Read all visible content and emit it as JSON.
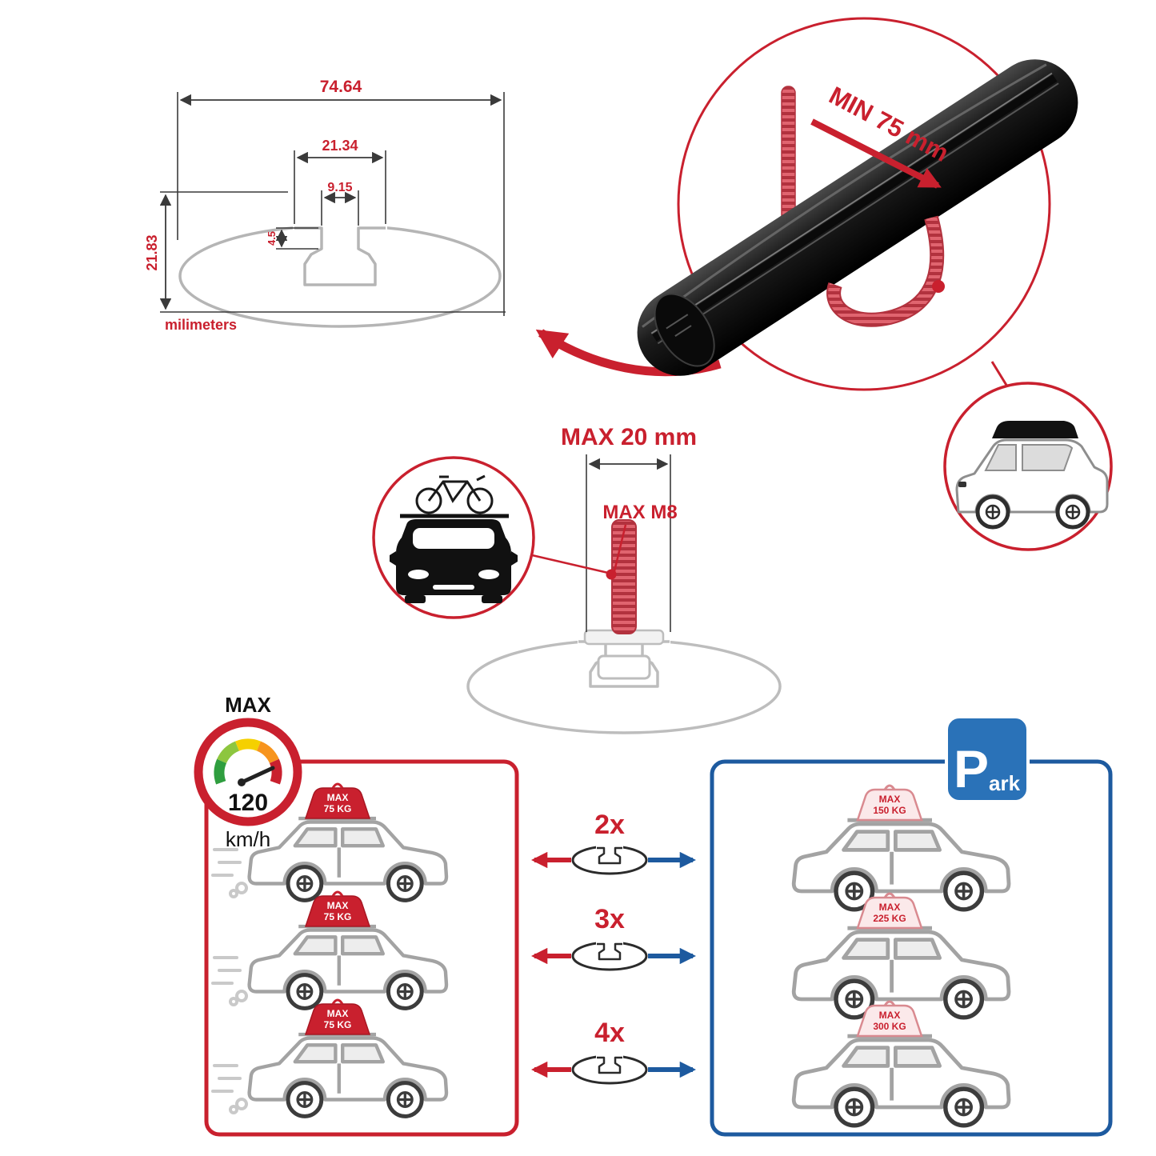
{
  "colors": {
    "red": "#c9202e",
    "blue": "#1d5a9f",
    "sign_blue": "#2a72b8",
    "gray": "#b5b5b5"
  },
  "tech_drawing": {
    "dim_total_width": "74.64",
    "dim_channel_width": "21.34",
    "dim_slot_width": "9.15",
    "dim_slot_depth": "4.5",
    "dim_height": "21.83",
    "unit": "milimeters"
  },
  "bar_detail": {
    "min_clamp": "MIN 75 mm"
  },
  "bolt": {
    "max_width": "MAX 20 mm",
    "max_thread": "MAX M8"
  },
  "speedometer": {
    "title": "MAX",
    "value": "120",
    "unit": "km/h"
  },
  "parking_sign": {
    "letter": "P",
    "suffix": "ark"
  },
  "multipliers": [
    {
      "label": "2x"
    },
    {
      "label": "3x"
    },
    {
      "label": "4x"
    }
  ],
  "driving_panel": {
    "cars": [
      {
        "max": "MAX",
        "weight": "75 KG"
      },
      {
        "max": "MAX",
        "weight": "75 KG"
      },
      {
        "max": "MAX",
        "weight": "75 KG"
      }
    ]
  },
  "parked_panel": {
    "cars": [
      {
        "max": "MAX",
        "weight": "150 KG"
      },
      {
        "max": "MAX",
        "weight": "225 KG"
      },
      {
        "max": "MAX",
        "weight": "300 KG"
      }
    ]
  }
}
